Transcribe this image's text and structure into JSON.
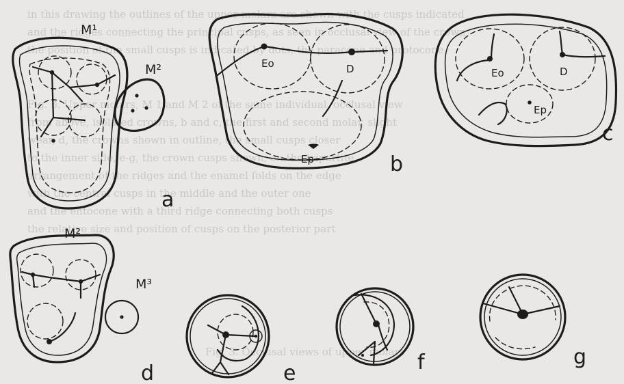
{
  "background_text": [
    "in this drawing the outlines of the upper molars are shown with the cusps indicated",
    "and the ridges connecting the principal cusps, as seen in occlusal view of the crown",
    "the position of the small cusps is indicated by dots, the paracone and protocone",
    "",
    "Fig. 3. Upper molars, M 1 and M 2 of the same individual, occlusal view",
    "from above, isolated crowns, b and c, the first and second molar, slight",
    "wear, d, the crowns shown in outline, the small cusps closer",
    "to the inner side, e-g, the crown cusps shown, on the tripartite",
    "arrangement of the ridges and the enamel folds on the edge",
    "with the central cusps in the middle and the outer one",
    "and the entocone with a third ridge connecting both cusps",
    "the relative size and position of cusps on the posterior part",
    "",
    "",
    "",
    "Fig. 3. Occlusal views of upper molars"
  ],
  "panel_labels": [
    "a",
    "b",
    "c",
    "d",
    "e",
    "f",
    "g"
  ],
  "tooth_labels": [
    "M¹",
    "M²",
    "M²",
    "M³"
  ],
  "point_labels": [
    "Eo",
    "D",
    "Ep",
    "Eo",
    "D",
    "Ep"
  ],
  "ink_color": "#1c1c1c",
  "paper_color": "#e9e8e4"
}
